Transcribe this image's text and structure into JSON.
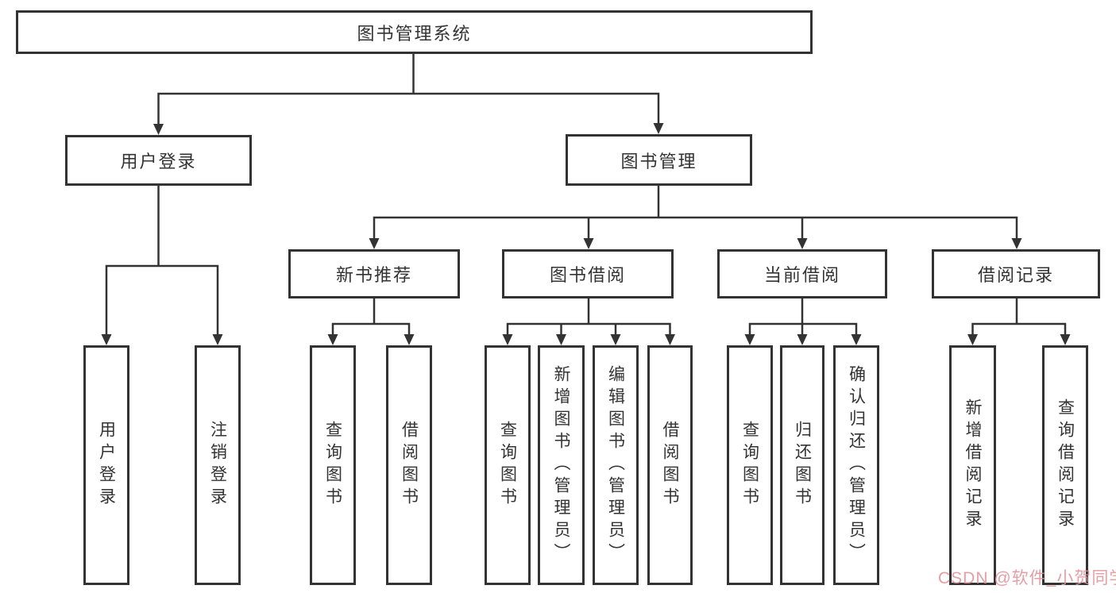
{
  "styles": {
    "background": "#ffffff",
    "line_color": "#333333",
    "box_border_color": "#333333",
    "box_fill": "#ffffff",
    "text_color": "#333333",
    "watermark_color": "#e79097"
  },
  "tree": {
    "root": {
      "label": "图书管理系统"
    },
    "branches": [
      {
        "label": "用户登录",
        "children": [
          {
            "label": "用户登录"
          },
          {
            "label": "注销登录"
          }
        ]
      },
      {
        "label": "图书管理",
        "children": [
          {
            "label": "新书推荐",
            "children": [
              {
                "label": "查询图书"
              },
              {
                "label": "借阅图书"
              }
            ]
          },
          {
            "label": "图书借阅",
            "children": [
              {
                "label": "查询图书"
              },
              {
                "label": "新增图书（管理员）"
              },
              {
                "label": "编辑图书（管理员）"
              },
              {
                "label": "借阅图书"
              }
            ]
          },
          {
            "label": "当前借阅",
            "children": [
              {
                "label": "查询图书"
              },
              {
                "label": "归还图书"
              },
              {
                "label": "确认归还（管理员）"
              }
            ]
          },
          {
            "label": "借阅记录",
            "children": [
              {
                "label": "新增借阅记录"
              },
              {
                "label": "查询借阅记录"
              }
            ]
          }
        ]
      }
    ]
  },
  "watermark": {
    "text": "CSDN @软件_小贺同学"
  }
}
